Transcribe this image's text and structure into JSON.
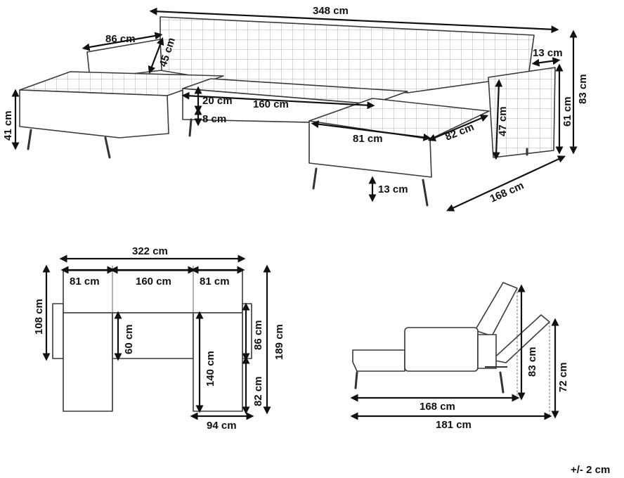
{
  "perspective_view": {
    "total_width": "348 cm",
    "chaise_depth_left": "86 cm",
    "back_height": "45 cm",
    "arm_width": "13 cm",
    "total_height": "83 cm",
    "arm_height": "61 cm",
    "arm_inner_height": "47 cm",
    "seat_height": "41 cm",
    "cushion_thickness": "20 cm",
    "middle_seat_width": "160 cm",
    "base_thickness": "8 cm",
    "chaise_width": "81 cm",
    "chaise_depth": "82 cm",
    "leg_height": "13 cm",
    "chaise_length": "168 cm"
  },
  "plan_view": {
    "width_without_arms": "322 cm",
    "left_chaise_width": "81 cm",
    "middle_width": "160 cm",
    "right_chaise_width": "81 cm",
    "back_depth": "108 cm",
    "seat_depth": "60 cm",
    "chaise_seat_length": "140 cm",
    "arm_length": "86 cm",
    "total_length": "189 cm",
    "chaise_extension": "82 cm",
    "chaise_total_width": "94 cm"
  },
  "side_view": {
    "bed_length": "168 cm",
    "total_length": "181 cm",
    "back_height": "83 cm",
    "reclined_height": "72 cm"
  },
  "tolerance": "+/- 2 cm"
}
